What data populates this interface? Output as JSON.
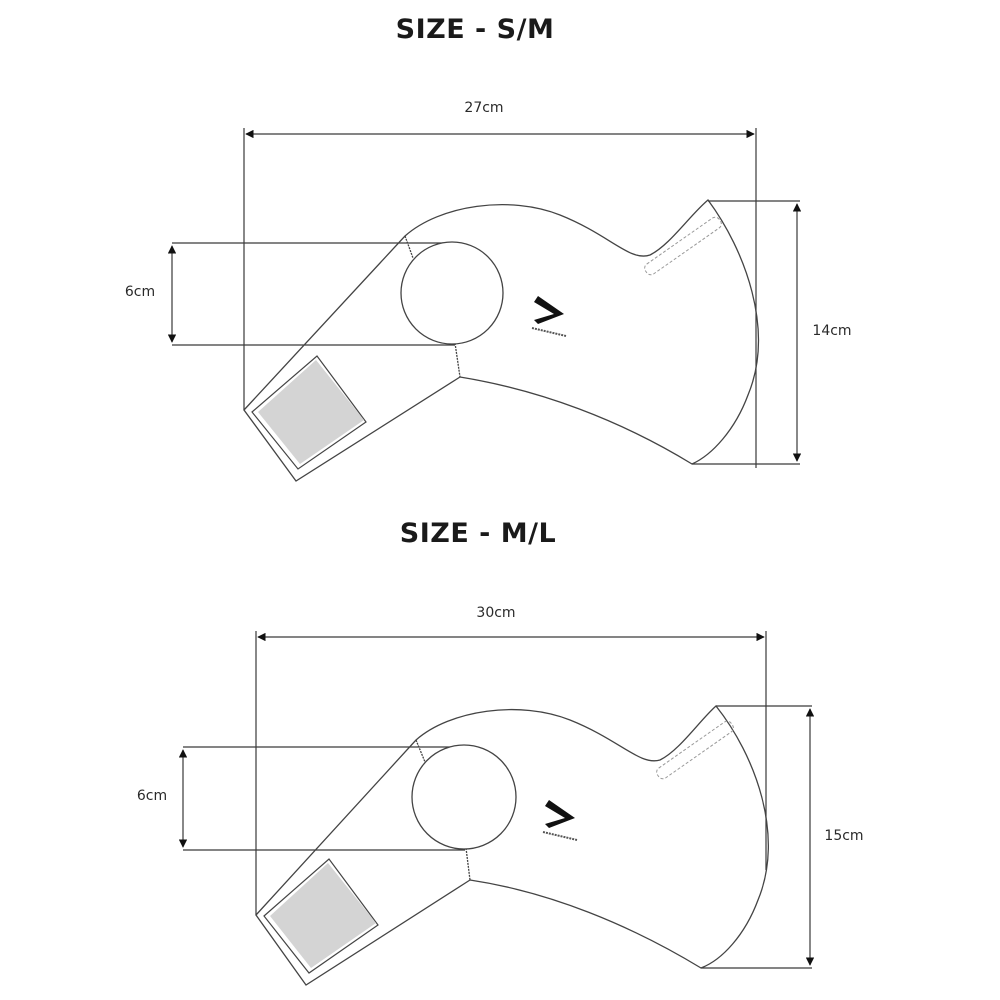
{
  "figures": [
    {
      "title": "SIZE - S/M",
      "width_label": "27cm",
      "filter_label": "6cm",
      "height_label": "14cm"
    },
    {
      "title": "SIZE - M/L",
      "width_label": "30cm",
      "filter_label": "6cm",
      "height_label": "15cm"
    }
  ],
  "colors": {
    "line": "#3a3a3a",
    "filter_patch": "#d4d4d4",
    "logo": "#111111"
  }
}
